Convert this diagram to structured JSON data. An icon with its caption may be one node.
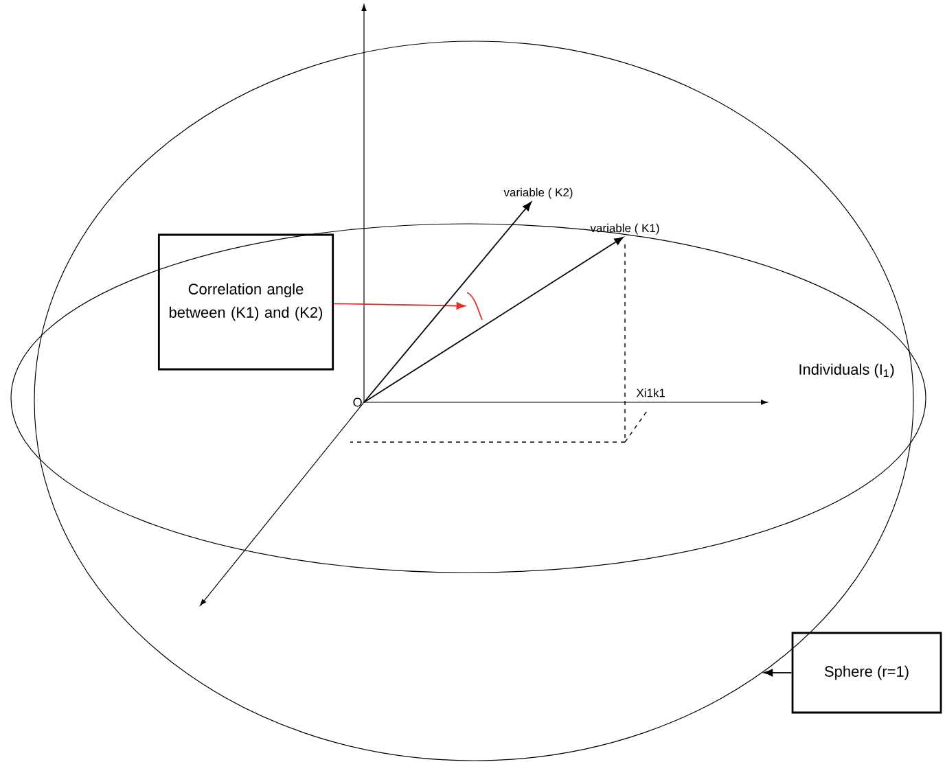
{
  "diagram": {
    "nodes": [
      {
        "text": [
          "Correlation angle between (K1) and (K2)"
        ]
      },
      {
        "text": [
          "variable ( K2)"
        ]
      },
      {
        "text": [
          "variable ( K1)"
        ]
      },
      {
        "text": [
          "Sphere (r=1)"
        ]
      },
      {
        "text": [
          "O"
        ]
      },
      {
        "text": [],
        "shape": "arc"
      }
    ],
    "edges": [
      {
        "from": 0,
        "to": 5,
        "arrow": "to",
        "color": "#e8302a"
      },
      {
        "from": 4,
        "to": 1,
        "arrow": "to"
      },
      {
        "from": 4,
        "to": 2,
        "arrow": "to"
      },
      {
        "from": 3,
        "to": null,
        "arrow": "to"
      }
    ],
    "labels": [
      "Xi1k1",
      "Individuals (I$_{1}$)"
    ]
  }
}
